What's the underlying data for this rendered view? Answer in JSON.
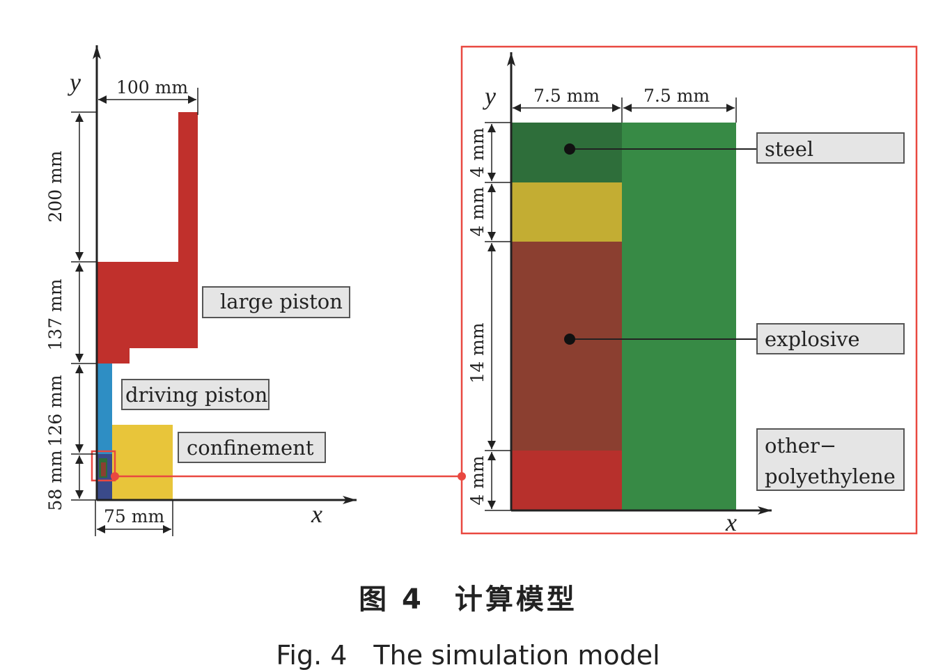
{
  "colors": {
    "large_piston": "#c0302c",
    "driving_piston": "#2e8ec4",
    "confinement": "#e8c53a",
    "base": "#3a4a8a",
    "steel": "#2e6e3a",
    "steel_alt": "#c3ad33",
    "explosive": "#8b3f30",
    "explosive_bottom": "#b7302c",
    "other_polyethylene": "#378a45",
    "highlight_box": "#e94840",
    "label_box_fill": "#e5e5e5",
    "label_box_stroke": "#555555"
  },
  "left": {
    "axis_y": "y",
    "axis_x": "x",
    "dims": {
      "width_top": "100 mm",
      "h1": "200 mm",
      "h2": "137 mm",
      "h3": "126 mm",
      "h4": "58 mm",
      "width_bottom": "75 mm"
    },
    "labels": {
      "large_piston": "large piston",
      "driving_piston": "driving piston",
      "confinement": "confinement"
    }
  },
  "right": {
    "axis_y": "y",
    "axis_x": "x",
    "dims": {
      "w1": "7.5 mm",
      "w2": "7.5 mm",
      "h1": "4 mm",
      "h2": "4 mm",
      "h3": "14 mm",
      "h4": "4 mm"
    },
    "labels": {
      "steel": "steel",
      "explosive": "explosive",
      "other_line1": "other−",
      "other_line2": "polyethylene"
    }
  },
  "caption": {
    "cn": "图 4　计算模型",
    "en": "Fig. 4　The simulation model"
  }
}
